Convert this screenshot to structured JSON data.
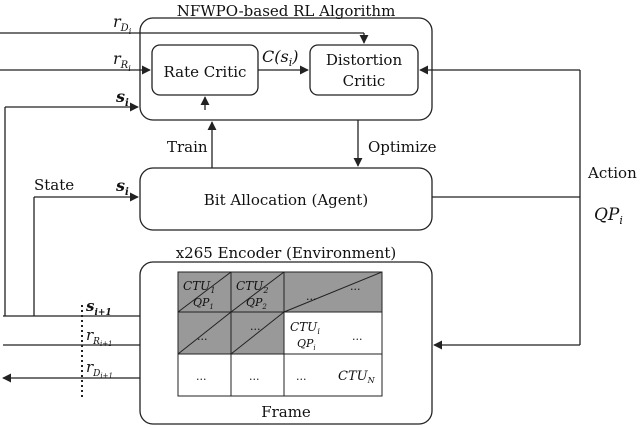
{
  "rl_box": {
    "title": "NFWPO-based RL Algorithm"
  },
  "rate_critic": {
    "label": "Rate Critic"
  },
  "distortion_critic": {
    "line1": "Distortion",
    "line2": "Critic"
  },
  "cost_label": {
    "script": "C",
    "paren_open": "(s",
    "sub": "i",
    "paren_close": ")"
  },
  "agent": {
    "label": "Bit Allocation (Agent)"
  },
  "train_label": "Train",
  "optimize_label": "Optimize",
  "state_label": "State",
  "action_label": "Action",
  "action_qp": {
    "main": "QP",
    "sub": "i"
  },
  "encoder": {
    "title": "x265 Encoder (Environment)",
    "frame_label": "Frame"
  },
  "inputs": {
    "r_d": {
      "main": "r",
      "sub": "D",
      "subsub": "i"
    },
    "r_r": {
      "main": "r",
      "sub": "R",
      "subsub": "i"
    },
    "s": {
      "main": "s",
      "sub": "i"
    },
    "state_s": {
      "main": "s",
      "sub": "i"
    }
  },
  "outputs": {
    "s_next": {
      "main": "s",
      "sub": "i+1"
    },
    "r_r_next": {
      "main": "r",
      "sub": "R",
      "subsub": "i+1"
    },
    "r_d_next": {
      "main": "r",
      "sub": "D",
      "subsub": "i+1"
    }
  },
  "grid": {
    "ctu1": {
      "main": "CTU",
      "sub": "1",
      "qp": "QP",
      "qpsub": "1"
    },
    "ctu2": {
      "main": "CTU",
      "sub": "2",
      "qp": "QP",
      "qpsub": "2"
    },
    "ctui": {
      "main": "CTU",
      "sub": "i",
      "qp": "QP",
      "qpsub": "i"
    },
    "ctun": {
      "main": "CTU",
      "sub": "N"
    },
    "ellipsis": "..."
  }
}
